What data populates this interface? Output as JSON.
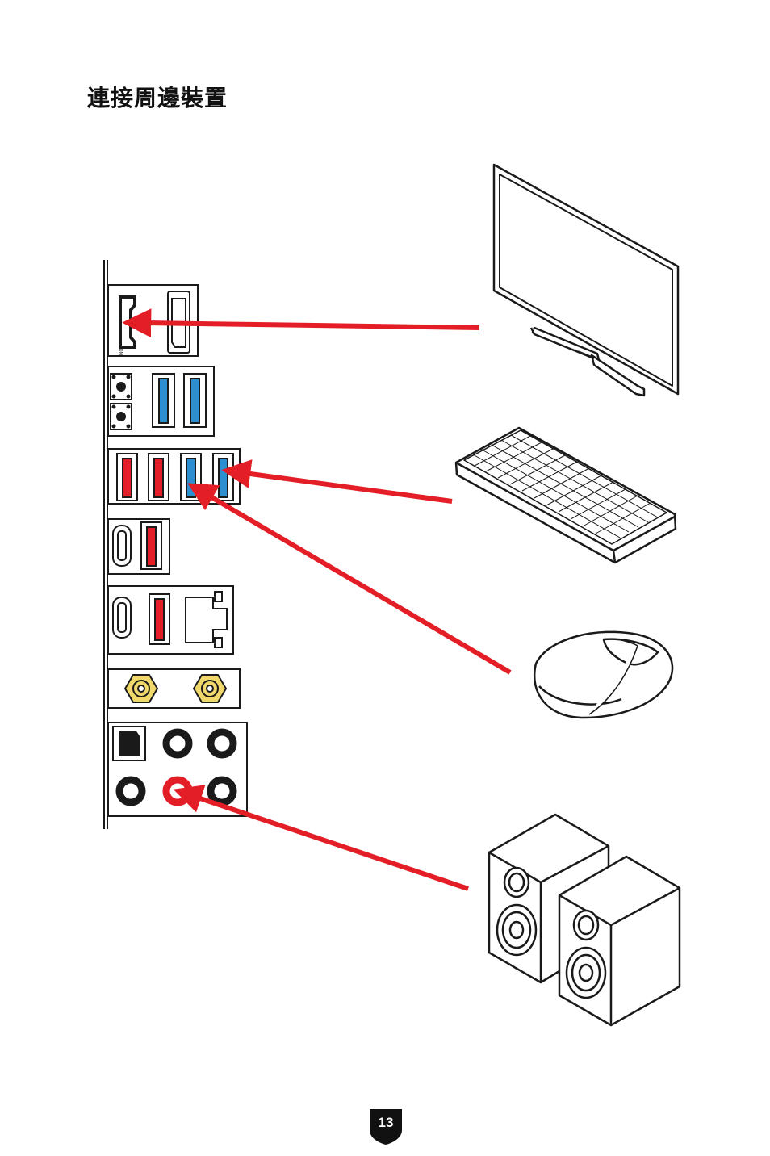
{
  "page": {
    "title": "連接周邊裝置",
    "page_number": "13",
    "hdmi_label": "HDMI"
  },
  "colors": {
    "arrow": "#e41e26",
    "usb_blue": "#2d8fd0",
    "usb_red": "#e41e26",
    "antenna_gold": "#f0d86a",
    "outline": "#1a1a1a"
  },
  "devices": [
    "monitor-icon",
    "keyboard-icon",
    "mouse-icon",
    "speakers-icon"
  ]
}
